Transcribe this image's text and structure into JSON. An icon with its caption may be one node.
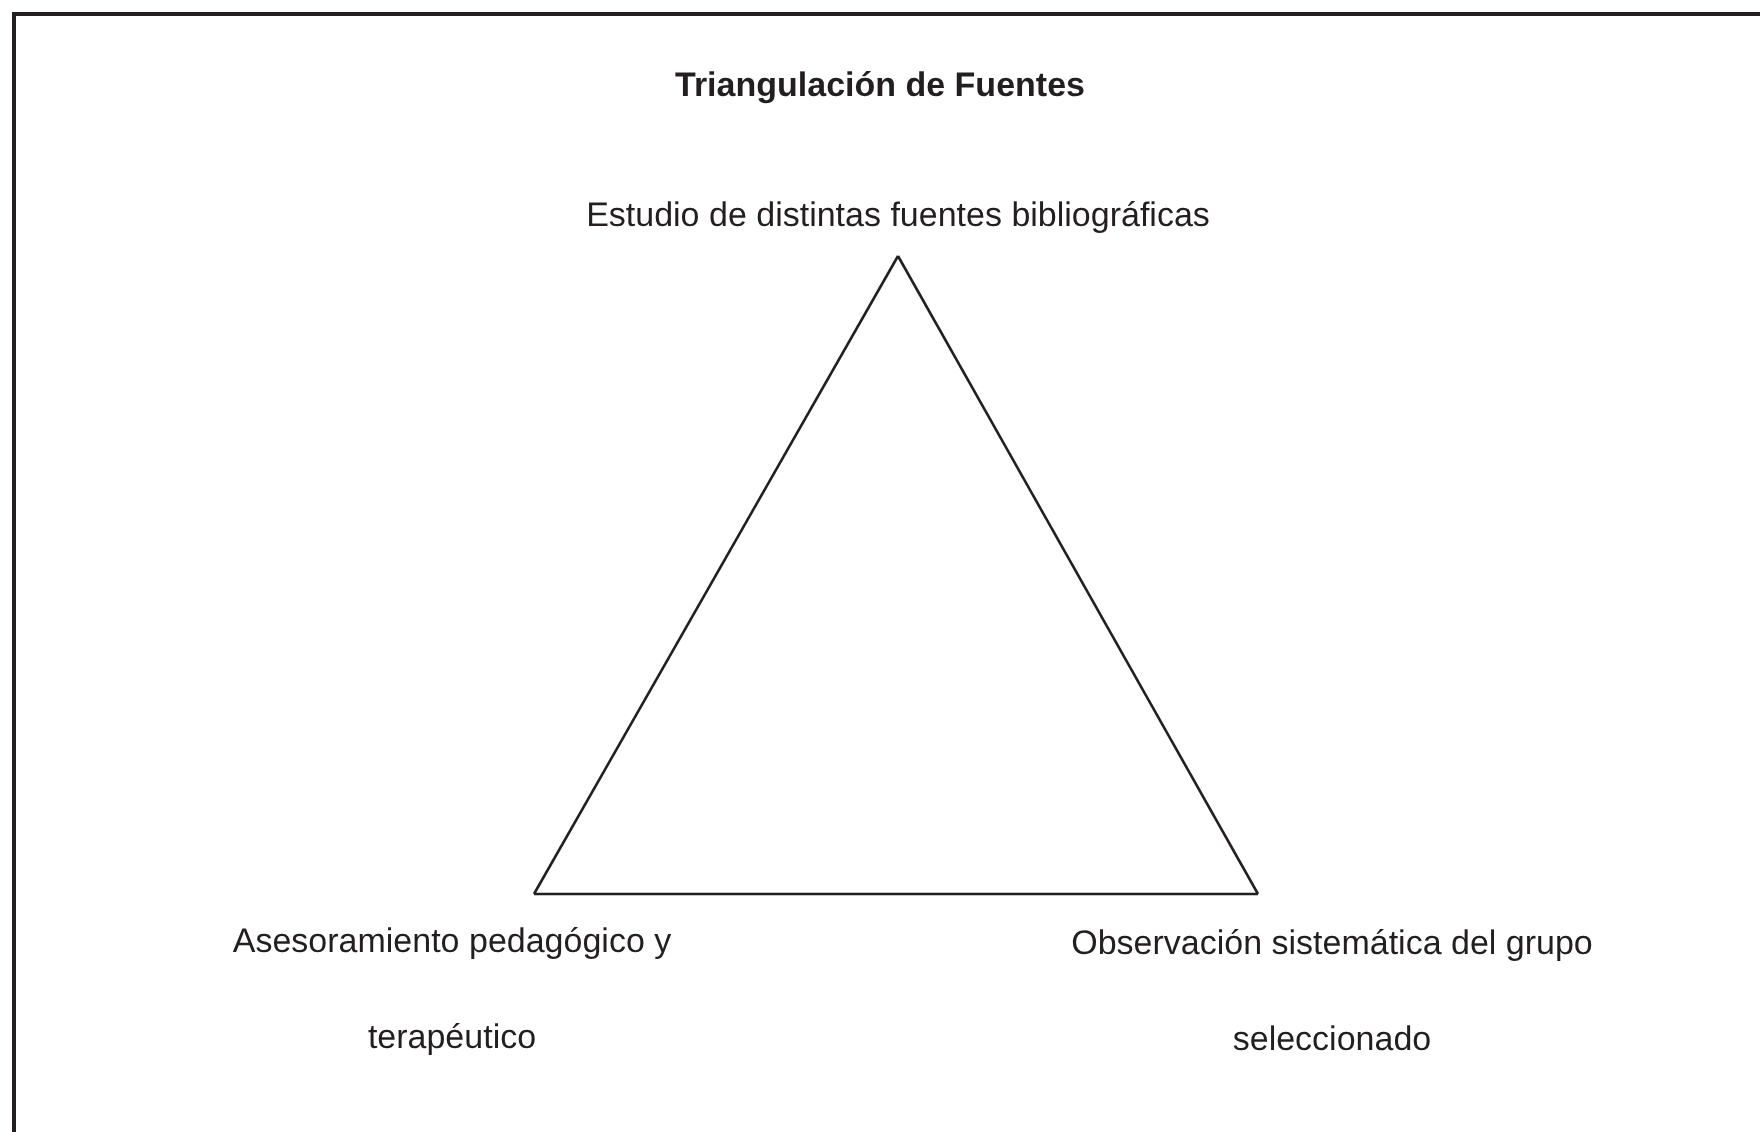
{
  "diagram": {
    "title": "Triangulación de Fuentes",
    "nodes": [
      {
        "text": [
          "Estudio de distintas fuentes bibliográficas"
        ]
      },
      {
        "text": [
          "Asesoramiento pedagógico y terapéutico"
        ]
      },
      {
        "text": [
          "Observación sistemática del grupo seleccionado"
        ]
      }
    ],
    "edges": [
      {
        "from": 0,
        "to": 1,
        "arrow": "none"
      },
      {
        "from": 1,
        "to": 2,
        "arrow": "none"
      },
      {
        "from": 2,
        "to": 0,
        "arrow": "none"
      }
    ]
  }
}
